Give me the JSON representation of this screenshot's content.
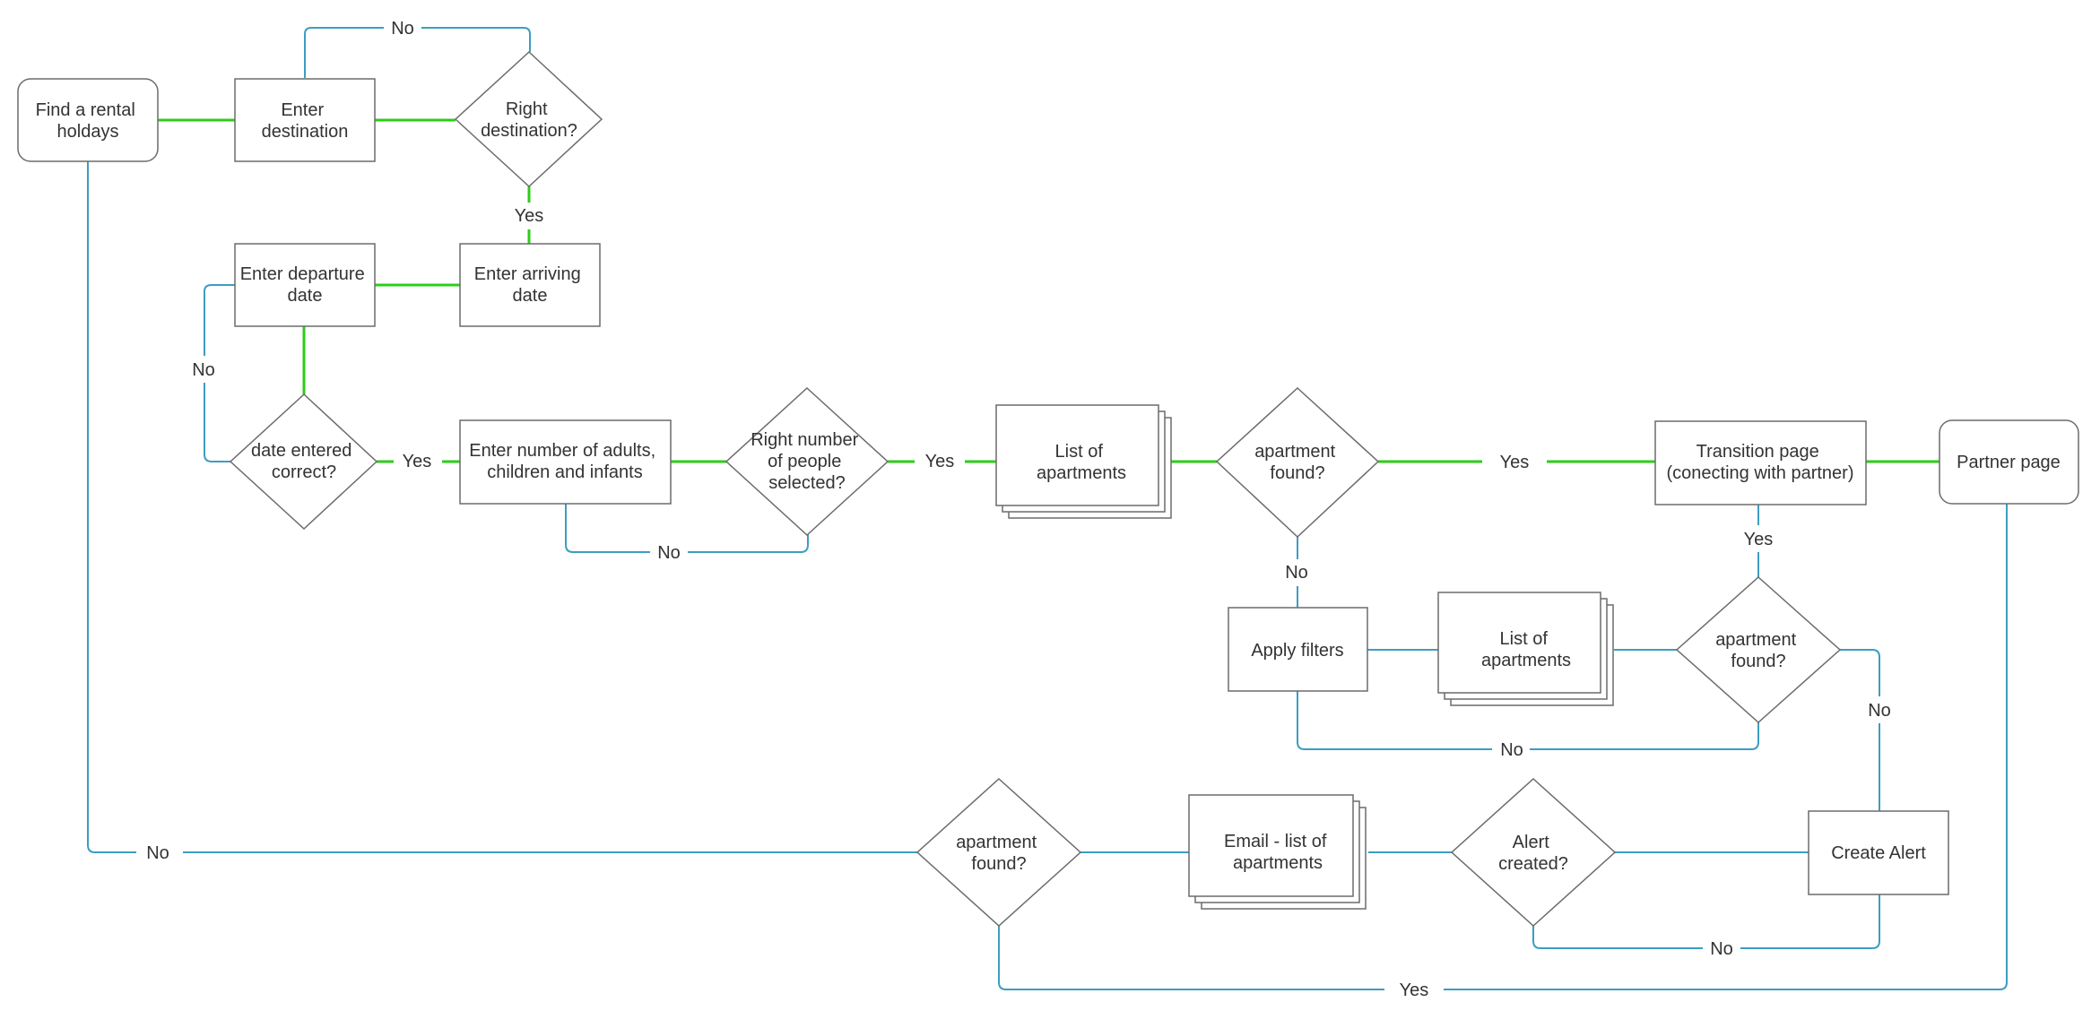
{
  "colors": {
    "primary_path": "#2ecc1a",
    "secondary_path": "#3d9dc1",
    "node_border": "#6b6b6b",
    "text": "#333333"
  },
  "nodes": {
    "start": [
      "Find a rental",
      "holdays"
    ],
    "enter_destination": [
      "Enter",
      "destination"
    ],
    "right_destination": [
      "Right",
      "destination?"
    ],
    "enter_arriving": [
      "Enter arriving",
      "date"
    ],
    "enter_departure": [
      "Enter departure",
      "date"
    ],
    "date_correct": [
      "date entered",
      "correct?"
    ],
    "enter_people": [
      "Enter number of adults,",
      "children and infants"
    ],
    "right_people": [
      "Right number",
      "of people",
      "selected?"
    ],
    "list_apartments_1": [
      "List of",
      "apartments"
    ],
    "apartment_found_1": [
      "apartment",
      "found?"
    ],
    "transition_page": [
      "Transition page",
      "(conecting with partner)"
    ],
    "partner_page": [
      "Partner page"
    ],
    "apply_filters": [
      "Apply filters"
    ],
    "list_apartments_2": [
      "List of",
      "apartments"
    ],
    "apartment_found_2": [
      "apartment",
      "found?"
    ],
    "create_alert": [
      "Create Alert"
    ],
    "alert_created": [
      "Alert",
      "created?"
    ],
    "email_list": [
      "Email - list of",
      "apartments"
    ],
    "apartment_found_3": [
      "apartment",
      "found?"
    ]
  },
  "edge_labels": {
    "destination_no": "No",
    "destination_yes": "Yes",
    "date_no": "No",
    "date_yes": "Yes",
    "people_yes": "Yes",
    "people_no": "No",
    "found1_yes": "Yes",
    "found1_no": "No",
    "transition_yes": "Yes",
    "filters_no": "No",
    "found2_no": "No",
    "alert_no": "No",
    "start_no": "No",
    "partner_yes": "Yes"
  }
}
